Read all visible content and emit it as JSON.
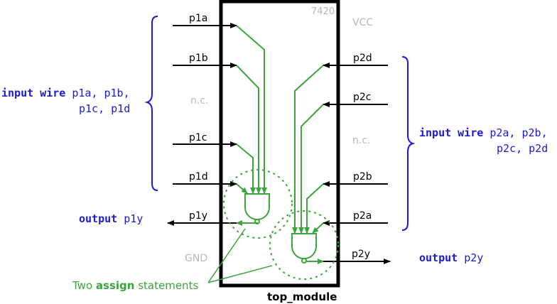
{
  "chip": {
    "part_number": "7420",
    "module_name": "top_module"
  },
  "pins_left": {
    "p1a": "p1a",
    "p1b": "p1b",
    "nc": "n.c.",
    "p1c": "p1c",
    "p1d": "p1d",
    "p1y": "p1y",
    "gnd": "GND"
  },
  "pins_right": {
    "vcc": "VCC",
    "p2d": "p2d",
    "p2c": "p2c",
    "nc": "n.c.",
    "p2b": "p2b",
    "p2a": "p2a",
    "p2y": "p2y"
  },
  "code_left": {
    "kw": "input wire",
    "line1_rest": " p1a, p1b,",
    "line2": "p1c, p1d",
    "out_kw": "output",
    "out_name": " p1y"
  },
  "code_right": {
    "kw": "input wire",
    "line1_rest": " p2a, p2b,",
    "line2": "p2c, p2d",
    "out_kw": "output",
    "out_name": " p2y"
  },
  "annotation": {
    "prefix": "Two ",
    "bold": "assign",
    "suffix": " statements"
  },
  "colors": {
    "wire_green": "#3aa53a",
    "code_blue": "#1a1ad6",
    "pin_gray": "#b8b8b8"
  }
}
